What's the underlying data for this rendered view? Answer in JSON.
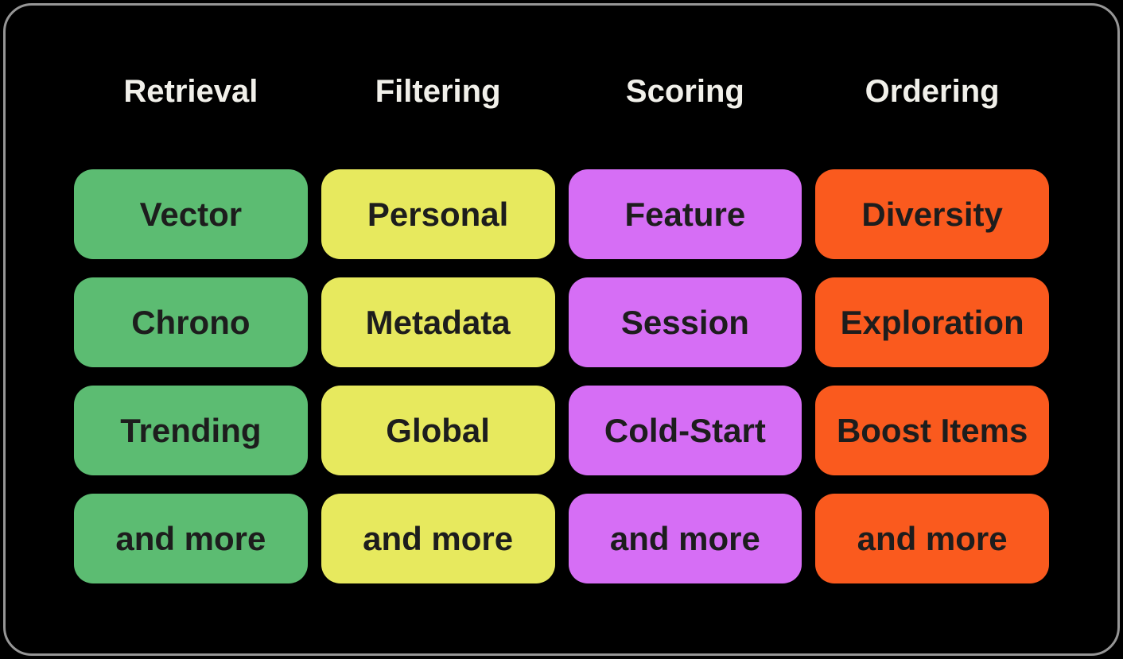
{
  "canvas": {
    "background": "#000000",
    "panel_border_color": "#969696",
    "header_text_color": "#f1f0ea",
    "box_text_color": "#1d1d1d"
  },
  "columns": [
    {
      "header": "Retrieval",
      "color": "#5cbc72",
      "items": [
        "Vector",
        "Chrono",
        "Trending",
        "and more"
      ]
    },
    {
      "header": "Filtering",
      "color": "#e7e95e",
      "items": [
        "Personal",
        "Metadata",
        "Global",
        "and more"
      ]
    },
    {
      "header": "Scoring",
      "color": "#d66ef5",
      "items": [
        "Feature",
        "Session",
        "Cold-Start",
        "and more"
      ]
    },
    {
      "header": "Ordering",
      "color": "#fa5a1e",
      "items": [
        "Diversity",
        "Exploration",
        "Boost Items",
        "and more"
      ]
    }
  ]
}
